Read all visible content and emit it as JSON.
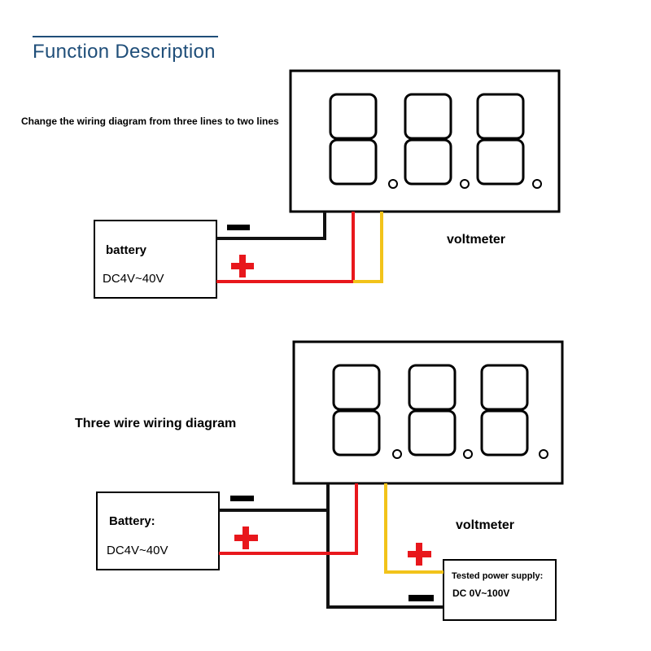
{
  "header": {
    "title": "Function Description"
  },
  "diagram1": {
    "note": "Change the wiring diagram from three lines to two lines",
    "battery_label": "battery",
    "battery_range": "DC4V~40V",
    "meter_label": "voltmeter",
    "minus_sign": "−",
    "plus_sign": "+"
  },
  "diagram2": {
    "title": "Three wire wiring diagram",
    "battery_label": "Battery:",
    "battery_range": "DC4V~40V",
    "meter_label": "voltmeter",
    "supply_label": "Tested power supply:",
    "supply_range": "DC 0V~100V"
  },
  "colors": {
    "title": "#1f4e79",
    "wire_black": "#111111",
    "wire_red": "#e8171c",
    "wire_yellow": "#f2c31a",
    "sign_red": "#e8171c"
  }
}
